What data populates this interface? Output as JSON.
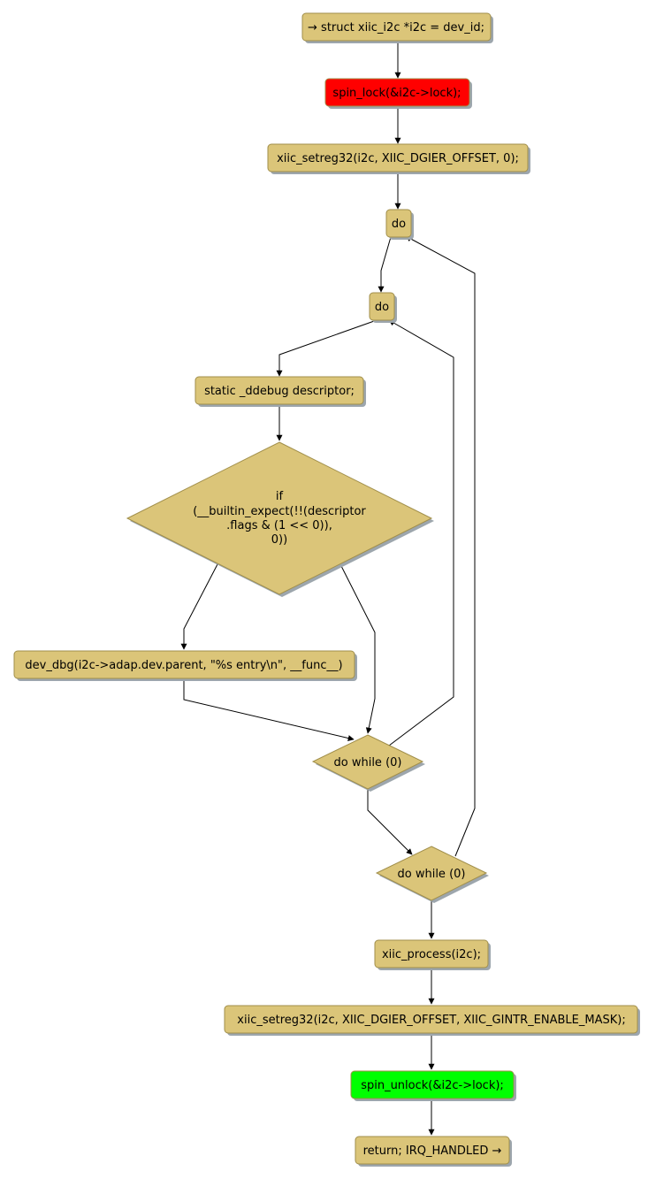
{
  "colors": {
    "node_fill": "#dbc579",
    "node_border": "#a08e4a",
    "lock_fill": "#ff0000",
    "unlock_fill": "#00ff00",
    "edge": "#000000",
    "shadow": "#9da6ad"
  },
  "nodes": {
    "start": "→ struct xiic_i2c *i2c = dev_id;",
    "spin_lock": "spin_lock(&i2c->lock);",
    "setreg_disable": "xiic_setreg32(i2c, XIIC_DGIER_OFFSET, 0);",
    "outer_do": "do",
    "inner_do": "do",
    "ddebug_decl": "static _ddebug descriptor;",
    "if_condition": [
      "if",
      "(__builtin_expect(!!(descriptor",
      ".flags & (1 << 0)),",
      "0))"
    ],
    "dev_dbg": "dev_dbg(i2c->adap.dev.parent, \"%s entry\\n\", __func__)",
    "inner_while": "do while (0)",
    "outer_while": "do while (0)",
    "process": "xiic_process(i2c);",
    "setreg_enable": "xiic_setreg32(i2c, XIIC_DGIER_OFFSET, XIIC_GINTR_ENABLE_MASK);",
    "spin_unlock": "spin_unlock(&i2c->lock);",
    "return": "return; IRQ_HANDLED →"
  }
}
